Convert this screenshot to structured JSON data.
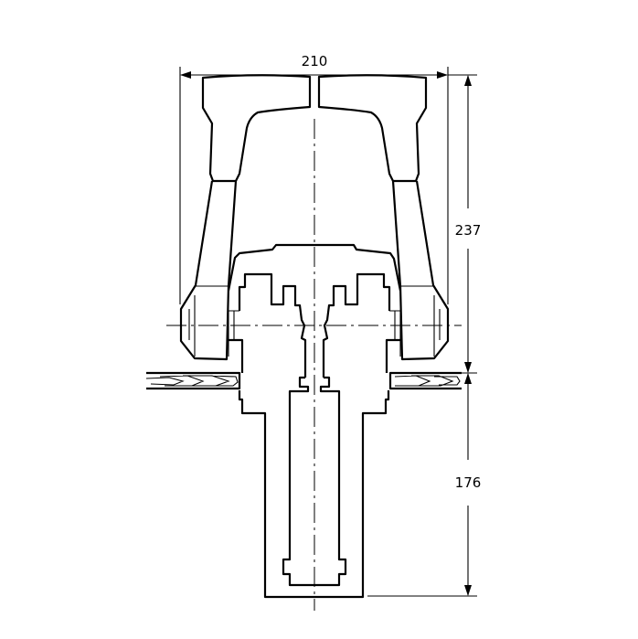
{
  "drawing": {
    "dimensions": {
      "width": "210",
      "upper_height": "237",
      "lower_height": "176"
    },
    "colors": {
      "line": "#000000",
      "background": "#ffffff"
    }
  }
}
